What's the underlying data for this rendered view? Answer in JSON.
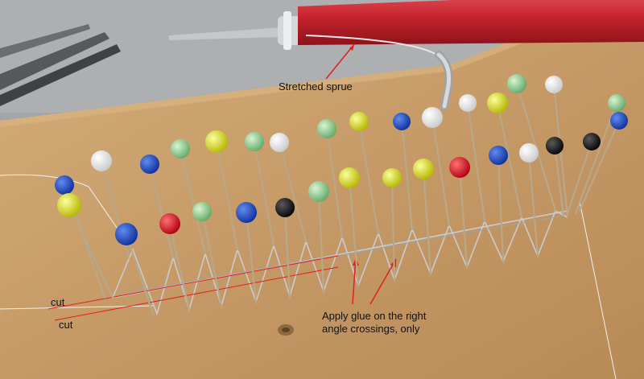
{
  "annotations": {
    "sprue": "Stretched sprue",
    "cut_upper": "cut",
    "cut_lower": "cut",
    "glue_line1": "Apply glue on the right",
    "glue_line2": "angle crossings, only"
  },
  "colors": {
    "board": "#c9a06c",
    "board_dark": "#a87f4f",
    "handle_red": "#c8242e",
    "arrow_red": "#e0201c",
    "background_grey": "#9a9c9e"
  },
  "pin_head_colors": [
    "white",
    "blue",
    "yellow",
    "green",
    "red",
    "black"
  ]
}
